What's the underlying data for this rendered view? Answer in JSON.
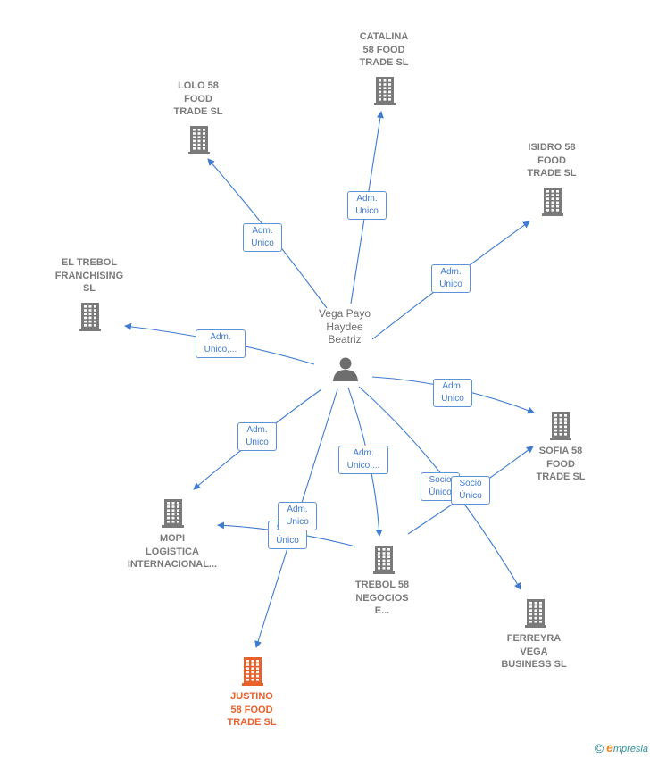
{
  "center": {
    "name": "Vega Payo\nHaydee\nBeatriz"
  },
  "nodes": [
    {
      "id": "catalina",
      "label": "CATALINA\n58 FOOD\nTRADE  SL",
      "highlight": false
    },
    {
      "id": "lolo",
      "label": "LOLO 58\nFOOD\nTRADE  SL",
      "highlight": false
    },
    {
      "id": "isidro",
      "label": "ISIDRO 58\nFOOD\nTRADE  SL",
      "highlight": false
    },
    {
      "id": "eltrebol",
      "label": "EL TREBOL\nFRANCHISING\nSL",
      "highlight": false
    },
    {
      "id": "sofia",
      "label": "SOFIA 58\nFOOD\nTRADE  SL",
      "highlight": false
    },
    {
      "id": "mopi",
      "label": "MOPI\nLOGISTICA\nINTERNACIONAL...",
      "highlight": false
    },
    {
      "id": "trebol58",
      "label": "TREBOL 58\nNEGOCIOS\nE...",
      "highlight": false
    },
    {
      "id": "ferreyra",
      "label": "FERREYRA\nVEGA\nBUSINESS SL",
      "highlight": false
    },
    {
      "id": "justino",
      "label": "JUSTINO\n58 FOOD\nTRADE  SL",
      "highlight": true
    }
  ],
  "edge_labels": [
    {
      "id": "e-catalina",
      "text": "Adm.\nUnico"
    },
    {
      "id": "e-lolo",
      "text": "Adm.\nUnico"
    },
    {
      "id": "e-isidro",
      "text": "Adm.\nUnico"
    },
    {
      "id": "e-eltrebol",
      "text": "Adm.\nUnico,..."
    },
    {
      "id": "e-sofia",
      "text": "Adm.\nUnico"
    },
    {
      "id": "e-mopi",
      "text": "Adm.\nUnico"
    },
    {
      "id": "e-trebol58",
      "text": "Adm.\nUnico,..."
    },
    {
      "id": "e-justino",
      "text": "Adm.\nUnico"
    },
    {
      "id": "e-trebol-mopi",
      "text": "Socio\nÚnico"
    },
    {
      "id": "e-trebol-sofia",
      "text": "Socio\nÚnico"
    },
    {
      "id": "e-ferreyra",
      "text": "Socio\nÚnico"
    }
  ],
  "colors": {
    "edge": "#3f7bd0",
    "node": "#7a7a7a",
    "highlight": "#e8602c"
  },
  "brand": {
    "symbol": "©",
    "first": "e",
    "rest": "mpresia"
  }
}
